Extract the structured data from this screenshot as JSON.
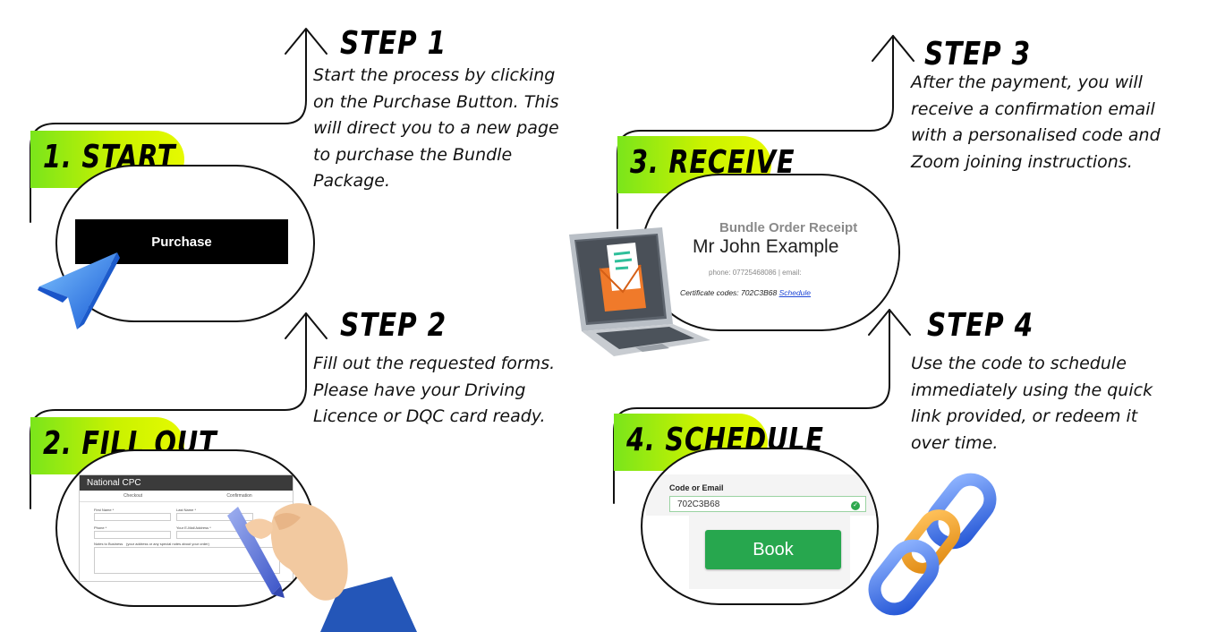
{
  "steps": [
    {
      "title": "STEP 1",
      "description": [
        "Start the process by clicking",
        "on the Purchase Button. This",
        "will direct you to a new page",
        "to purchase the Bundle",
        "Package."
      ],
      "badge": "1. START"
    },
    {
      "title": "STEP 2",
      "description": [
        "Fill out the requested forms.",
        "Please have your Driving",
        "Licence or DQC card ready."
      ],
      "badge": "2. FILL OUT"
    },
    {
      "title": "STEP 3",
      "description": [
        "After the payment, you will",
        "receive a confirmation email",
        "with a personalised code and",
        "Zoom joining instructions."
      ],
      "badge": "3. RECEIVE"
    },
    {
      "title": "STEP 4",
      "description": [
        "Use the code to schedule",
        "immediately using the quick",
        "link provided, or redeem it",
        "over time."
      ],
      "badge": "4. SCHEDULE"
    }
  ],
  "purchase": {
    "button_label": "Purchase"
  },
  "form": {
    "header": "National CPC",
    "tabs": [
      "Checkout",
      "Confirmation"
    ],
    "fields": [
      "First Name *",
      "Last Name *",
      "Phone *",
      "Your E-Mail Address *",
      "Notes to Business",
      "(your address or any special notes about your order)"
    ]
  },
  "receipt": {
    "title": "Bundle Order Receipt",
    "name": "Mr John  Example",
    "phone_line": "phone: 07725468086 | email:",
    "codes_prefix": "Certificate codes: 702C3B68",
    "codes_link": "Schedule"
  },
  "booking": {
    "label": "Code or Email",
    "value": "702C3B68",
    "button_label": "Book"
  },
  "colors": {
    "badge_start": "#7ae51b",
    "badge_end": "#e6fa00",
    "book_green": "#27a74e",
    "link_blue": "#1f47d6"
  }
}
